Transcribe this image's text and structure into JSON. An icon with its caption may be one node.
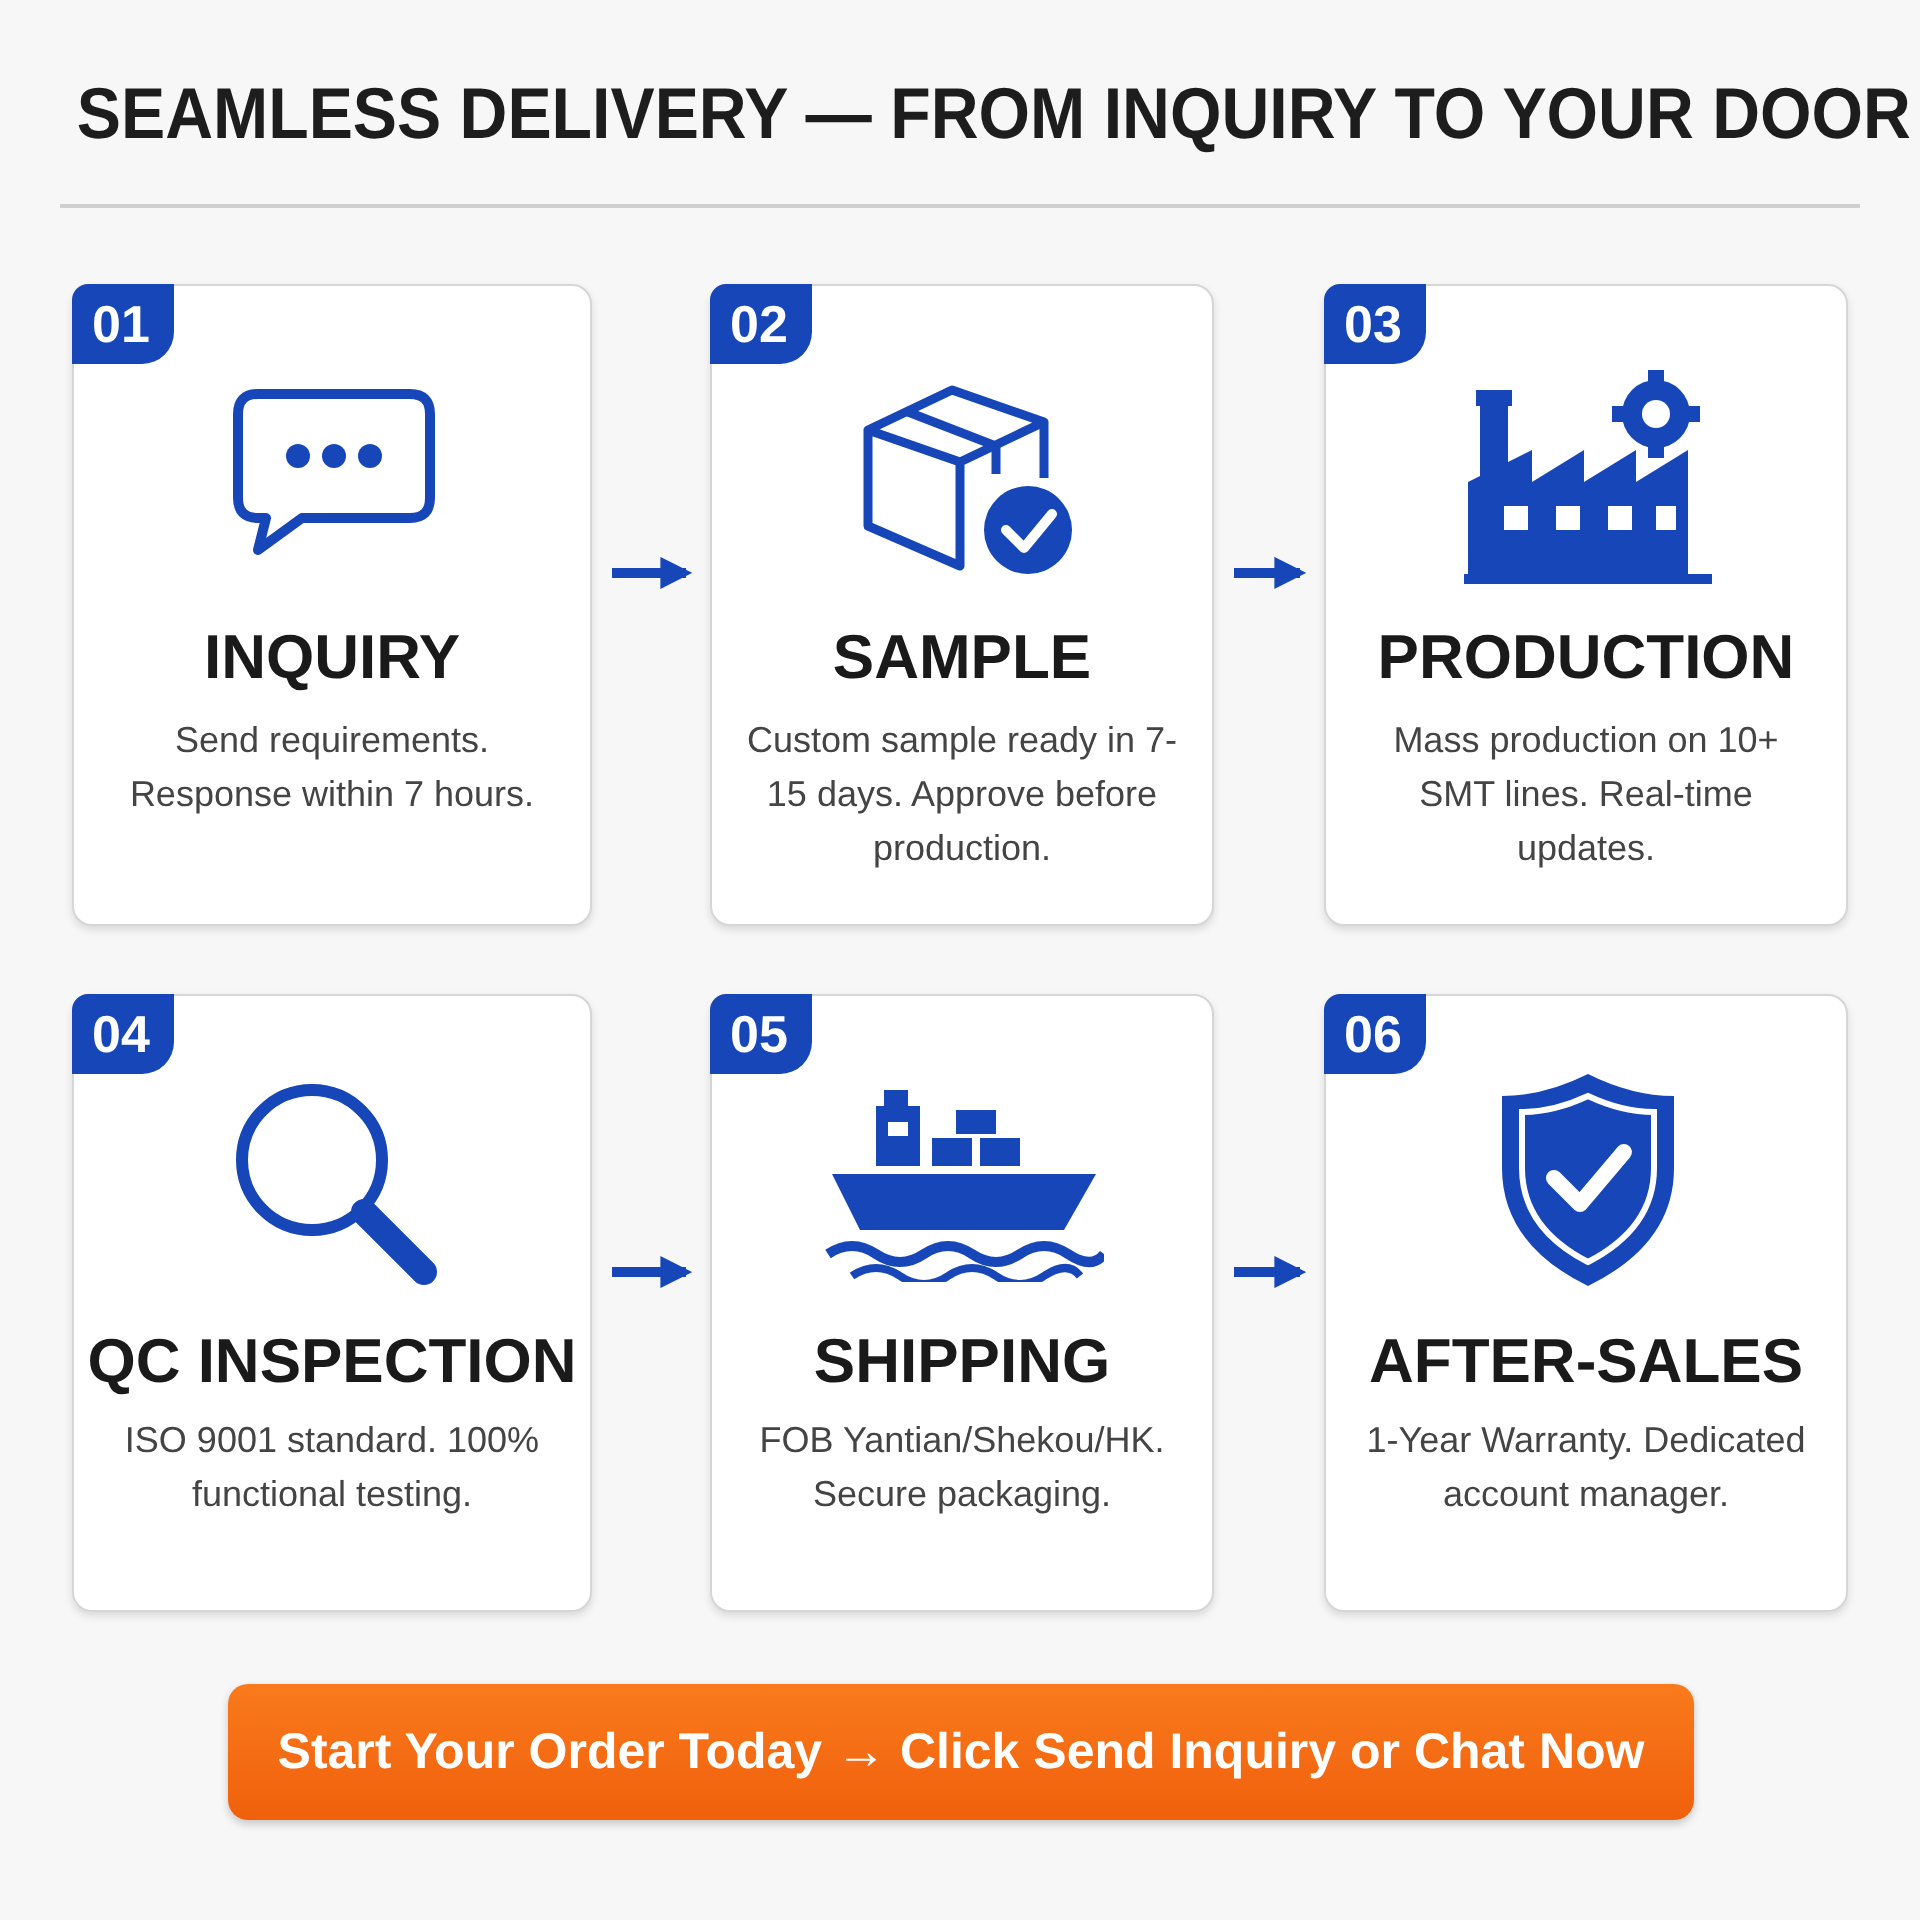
{
  "diagram": {
    "title": "SEAMLESS DELIVERY — FROM INQUIRY TO YOUR DOOR",
    "nodes": [
      {
        "text": [
          "01",
          "INQUIRY",
          "Send requirements. Response within 7 hours."
        ]
      },
      {
        "text": [
          "02",
          "SAMPLE",
          "Custom sample ready in 7-15 days. Approve before production."
        ]
      },
      {
        "text": [
          "03",
          "PRODUCTION",
          "Mass production on 10+ SMT lines. Real-time updates."
        ]
      },
      {
        "text": [
          "04",
          "QC INSPECTION",
          "ISO 9001 standard. 100% functional testing."
        ]
      },
      {
        "text": [
          "05",
          "SHIPPING",
          "FOB Yantian/Shekou/HK. Secure packaging."
        ]
      },
      {
        "text": [
          "06",
          "AFTER-SALES",
          "1-Year Warranty. Dedicated account manager."
        ]
      },
      {
        "text": [
          "Start Your Order Today → Click Send Inquiry or Chat Now"
        ]
      }
    ],
    "edges": [
      {
        "from": 0,
        "to": 1,
        "arrow": "to"
      },
      {
        "from": 1,
        "to": 2,
        "arrow": "to"
      },
      {
        "from": 3,
        "to": 4,
        "arrow": "to"
      },
      {
        "from": 4,
        "to": 5,
        "arrow": "to"
      }
    ]
  }
}
